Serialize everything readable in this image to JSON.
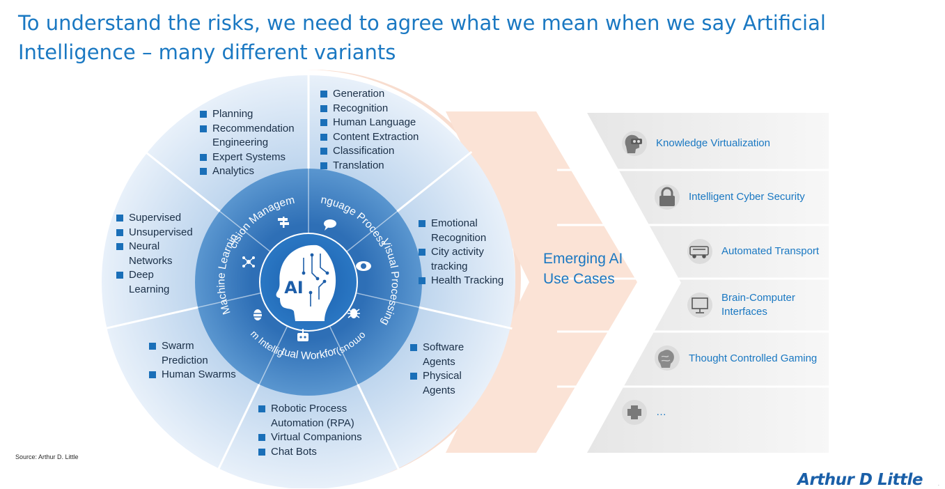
{
  "title": "To understand the risks, we need to agree what we mean when we say Artificial Intelligence – many different variants",
  "center": {
    "label": "AI"
  },
  "segments": [
    {
      "id": "decision",
      "label": "Decision Management",
      "items": [
        "Planning",
        "Recommendation Engineering",
        "Expert Systems",
        "Analytics"
      ]
    },
    {
      "id": "language",
      "label": "Language Processing",
      "items": [
        "Generation",
        "Recognition",
        "Human Language",
        "Content Extraction",
        "Classification",
        "Translation"
      ]
    },
    {
      "id": "visual",
      "label": "Visual Processing",
      "items": [
        "Emotional Recognition",
        "City activity tracking",
        "Health Tracking"
      ]
    },
    {
      "id": "agents",
      "label": "(Autonomous) Agents",
      "items": [
        "Software Agents",
        "Physical Agents"
      ]
    },
    {
      "id": "workforce",
      "label": "Virtual Workforce",
      "items": [
        "Robotic Process Automation (RPA)",
        "Virtual Companions",
        "Chat Bots"
      ]
    },
    {
      "id": "swarm",
      "label": "Swarm Intelligence",
      "items": [
        "Swarm Prediction",
        "Human Swarms"
      ]
    },
    {
      "id": "ml",
      "label": "Machine Learning",
      "items": [
        "Supervised",
        "Unsupervised",
        "Neural Networks",
        "Deep Learning"
      ]
    }
  ],
  "emerging_label": "Emerging AI Use Cases",
  "use_cases": [
    {
      "label": "Knowledge Virtualization",
      "icon": "vr-headset-icon"
    },
    {
      "label": "Intelligent Cyber Security",
      "icon": "lock-icon"
    },
    {
      "label": "Automated Transport",
      "icon": "bus-icon"
    },
    {
      "label": "Brain-Computer Interfaces",
      "icon": "monitor-icon"
    },
    {
      "label": "Thought Controlled Gaming",
      "icon": "brain-icon"
    },
    {
      "label": "…",
      "icon": "plus-icon"
    }
  ],
  "source": "Source: Arthur D. Little",
  "brand": "Arthur D Little",
  "colors": {
    "accent": "#1a78c2",
    "bullet": "#1a6fb8",
    "ring_inner": "#2f77bf",
    "arc": "#f6cdb7",
    "chevron": "#ececec"
  }
}
